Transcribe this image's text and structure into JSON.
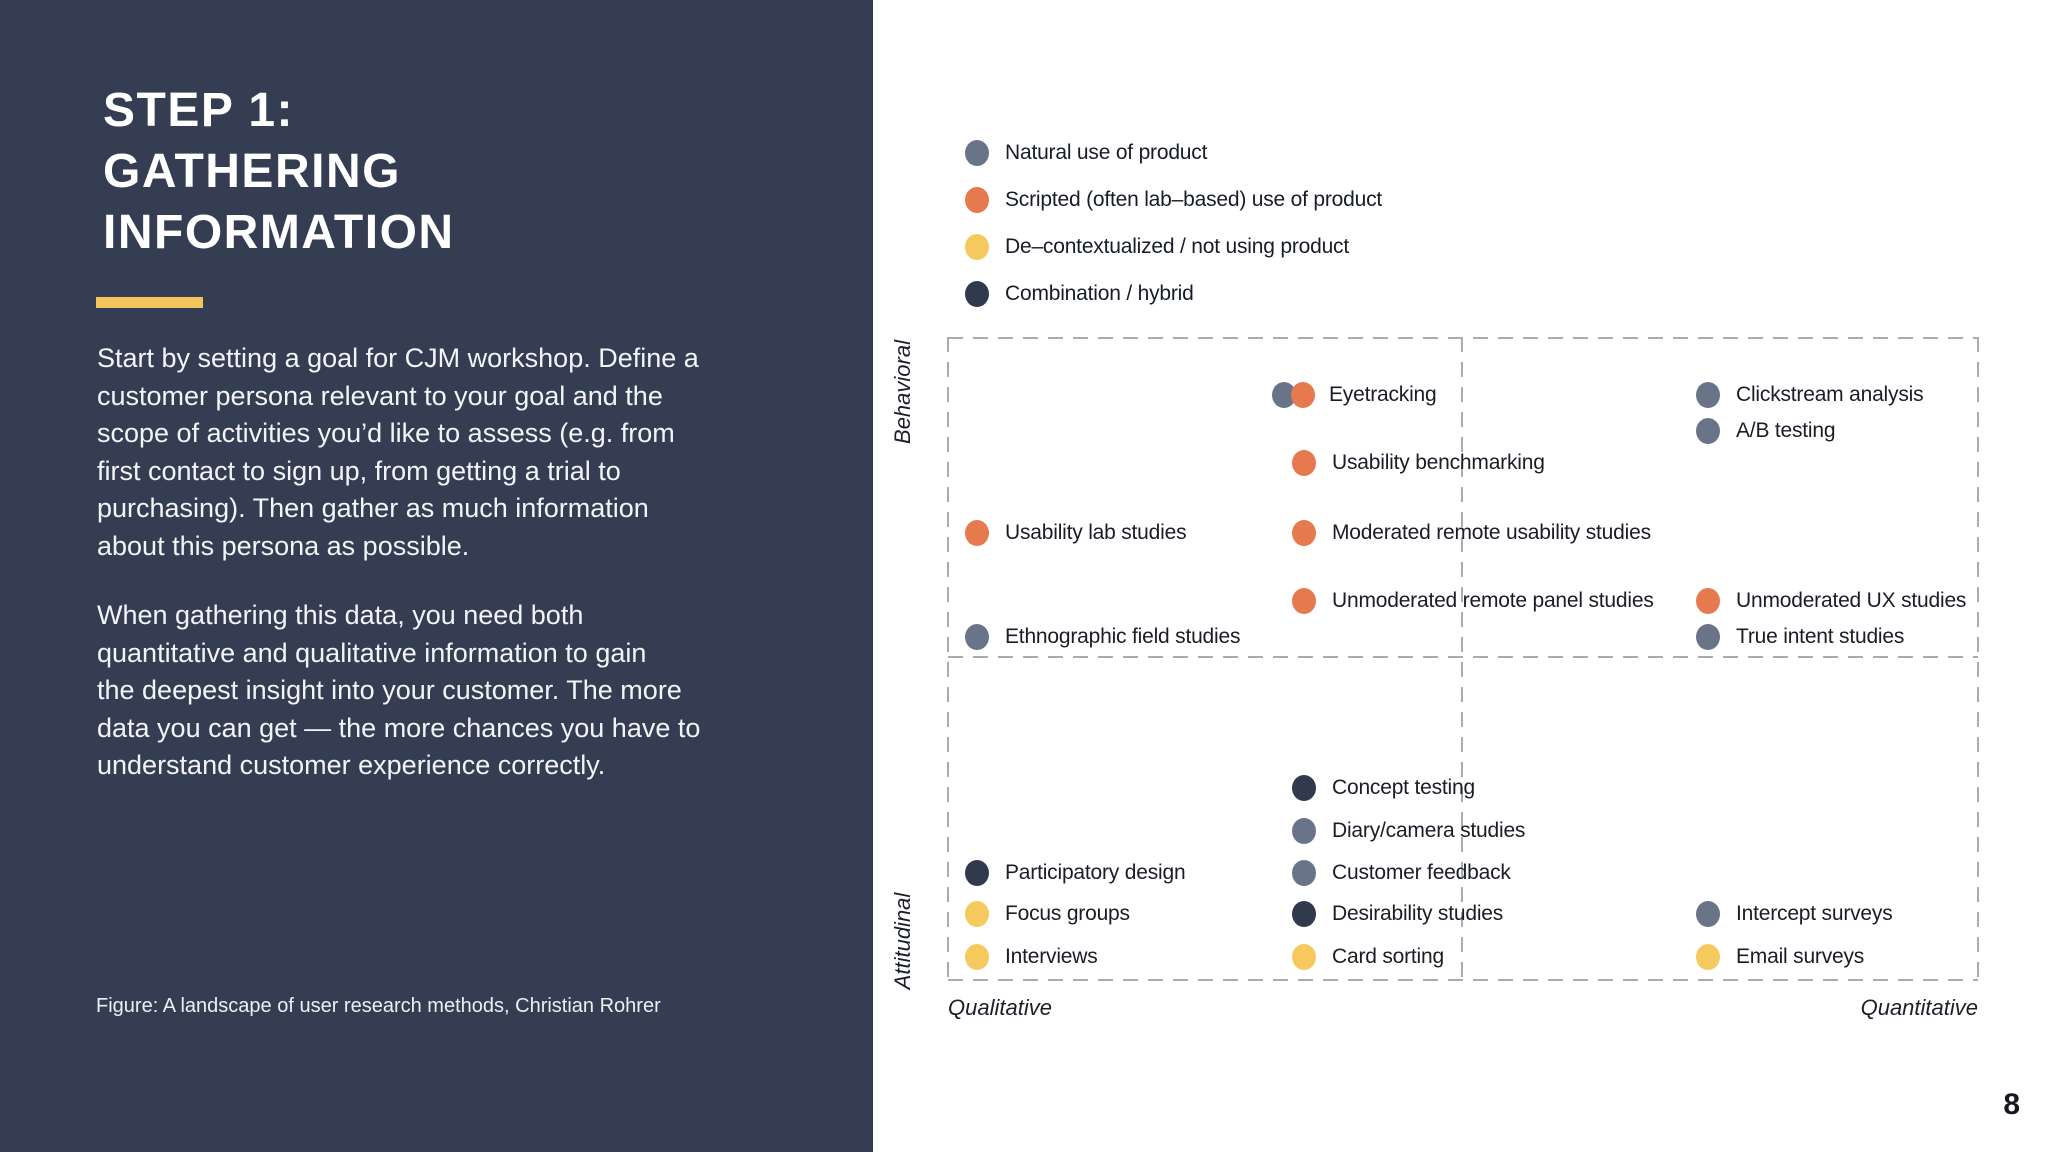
{
  "panel": {
    "title": "STEP 1:\nGATHERING\nINFORMATION",
    "paragraph1": "Start by setting a goal for CJM workshop. Define a\ncustomer persona relevant to your goal and the\nscope of activities you’d like to assess (e.g. from\nfirst contact to sign up, from getting a trial to\npurchasing). Then gather as much information\nabout this persona as possible.",
    "paragraph2": "When gathering this data, you need both\nquantitative and qualitative information to gain\nthe deepest insight into your customer. The more\ndata you can get — the more chances you have to\nunderstand customer experience correctly.",
    "caption": "Figure: A landscape of user research methods, Christian Rohrer",
    "background_color": "#343D52",
    "accent_color": "#F3C45C"
  },
  "page_number": "8",
  "chart_data": {
    "type": "scatter",
    "variant": "2x2 quadrant landscape of user research methods (categorical placement)",
    "axes": {
      "y_top": "Behavioral",
      "y_bottom": "Attitudinal",
      "x_left": "Qualitative",
      "x_right": "Quantitative"
    },
    "grid": "dashed outer border with dashed center cross dividers",
    "legend_position": "above chart, top-left",
    "legend": [
      {
        "label": "Natural use of product",
        "category": "natural",
        "color": "#6A7489"
      },
      {
        "label": "Scripted (often lab–based) use of product",
        "category": "scripted",
        "color": "#E6794E"
      },
      {
        "label": "De–contextualized / not using product",
        "category": "decontextualized",
        "color": "#F6C95F"
      },
      {
        "label": "Combination / hybrid",
        "category": "hybrid",
        "color": "#313A4D"
      }
    ],
    "points": [
      {
        "label": "Eyetracking",
        "categories": [
          "natural",
          "scripted"
        ],
        "row": "behavioral",
        "col": "middle"
      },
      {
        "label": "Clickstream analysis",
        "categories": [
          "natural"
        ],
        "row": "behavioral",
        "col": "quantitative"
      },
      {
        "label": "A/B testing",
        "categories": [
          "natural"
        ],
        "row": "behavioral",
        "col": "quantitative"
      },
      {
        "label": "Usability benchmarking",
        "categories": [
          "scripted"
        ],
        "row": "behavioral",
        "col": "middle"
      },
      {
        "label": "Usability lab studies",
        "categories": [
          "scripted"
        ],
        "row": "behavioral",
        "col": "qualitative"
      },
      {
        "label": "Moderated remote usability studies",
        "categories": [
          "scripted"
        ],
        "row": "behavioral",
        "col": "middle"
      },
      {
        "label": "Unmoderated remote panel studies",
        "categories": [
          "scripted"
        ],
        "row": "behavioral",
        "col": "middle"
      },
      {
        "label": "Unmoderated UX studies",
        "categories": [
          "scripted"
        ],
        "row": "behavioral",
        "col": "quantitative"
      },
      {
        "label": "Ethnographic field studies",
        "categories": [
          "natural"
        ],
        "row": "behavioral",
        "col": "qualitative"
      },
      {
        "label": "True intent studies",
        "categories": [
          "natural"
        ],
        "row": "behavioral",
        "col": "quantitative"
      },
      {
        "label": "Concept testing",
        "categories": [
          "hybrid"
        ],
        "row": "attitudinal",
        "col": "middle"
      },
      {
        "label": "Diary/camera studies",
        "categories": [
          "natural"
        ],
        "row": "attitudinal",
        "col": "middle"
      },
      {
        "label": "Customer feedback",
        "categories": [
          "natural"
        ],
        "row": "attitudinal",
        "col": "middle"
      },
      {
        "label": "Participatory design",
        "categories": [
          "hybrid"
        ],
        "row": "attitudinal",
        "col": "qualitative"
      },
      {
        "label": "Focus groups",
        "categories": [
          "decontextualized"
        ],
        "row": "attitudinal",
        "col": "qualitative"
      },
      {
        "label": "Desirability studies",
        "categories": [
          "hybrid"
        ],
        "row": "attitudinal",
        "col": "middle"
      },
      {
        "label": "Intercept surveys",
        "categories": [
          "natural"
        ],
        "row": "attitudinal",
        "col": "quantitative"
      },
      {
        "label": "Interviews",
        "categories": [
          "decontextualized"
        ],
        "row": "attitudinal",
        "col": "qualitative"
      },
      {
        "label": "Card sorting",
        "categories": [
          "decontextualized"
        ],
        "row": "attitudinal",
        "col": "middle"
      },
      {
        "label": "Email surveys",
        "categories": [
          "decontextualized"
        ],
        "row": "attitudinal",
        "col": "quantitative"
      }
    ]
  }
}
